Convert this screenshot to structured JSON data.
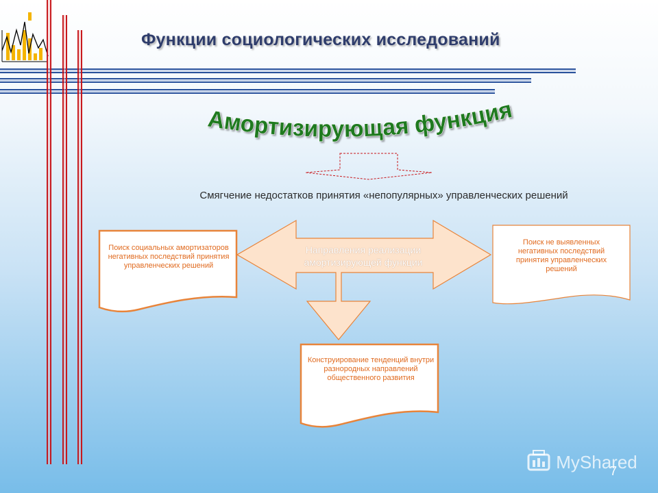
{
  "slide": {
    "title": "Функции социологических исследований",
    "wordart": "Амортизирующая функция",
    "subtitle": "Смягчение недостатков принятия «непопулярных» управленческих решений",
    "center_arrow": "Направления реализации амортизирующей функции",
    "left_box": "Поиск социальных амортизаторов негативных последствий принятия управленческих решений",
    "right_box": "Поиск не выявленных негативных последствий принятия управленческих решений",
    "bottom_box": "Конструирование тенденций внутри разнородных направлений общественного развития",
    "page_number": "7",
    "watermark": "MyShared"
  },
  "colors": {
    "title": "#2f3d6c",
    "wordart": "#1f7a1f",
    "arrow_fill": "#fde3cc",
    "arrow_stroke": "#e8843a",
    "box_text": "#e06a1f",
    "stripe_red": "#c8171b",
    "stripe_blue": "#27509b"
  },
  "icons": [
    "chart-logo-icon",
    "watermark-logo-icon"
  ]
}
